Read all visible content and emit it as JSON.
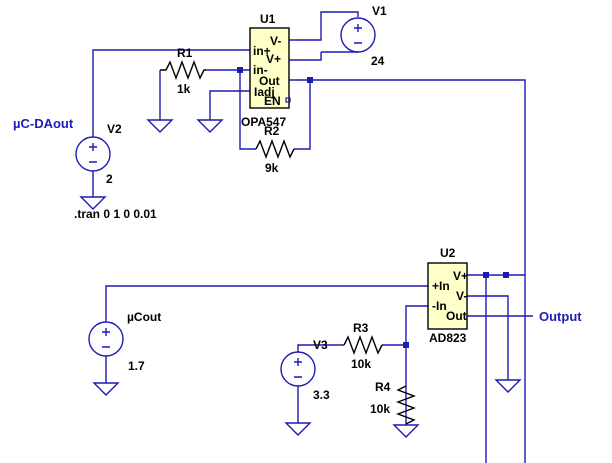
{
  "colors": {
    "wire": "#1c1cb4",
    "chip_fill": "#ffffc8",
    "background": "#ffffff"
  },
  "components": {
    "u1": {
      "ref": "U1",
      "part": "OPA547",
      "pins": [
        "in+",
        "V-",
        "V+",
        "in-",
        "Out",
        "Iadj",
        "EN"
      ]
    },
    "u2": {
      "ref": "U2",
      "part": "AD823",
      "pins": [
        "V+",
        "+In",
        "V-",
        "-In",
        "Out"
      ]
    },
    "r1": {
      "ref": "R1",
      "value": "1k"
    },
    "r2": {
      "ref": "R2",
      "value": "9k"
    },
    "r3": {
      "ref": "R3",
      "value": "10k"
    },
    "r4": {
      "ref": "R4",
      "value": "10k"
    },
    "v1": {
      "ref": "V1",
      "value": "24"
    },
    "v2": {
      "ref": "V2",
      "value": "2"
    },
    "v3": {
      "ref": "V3",
      "value": "3.3"
    },
    "ucout": {
      "ref": "µCout",
      "value": "1.7"
    }
  },
  "nets": {
    "dac_out": "µC-DAout",
    "output": "Output"
  },
  "directive": ".tran 0 1 0 0.01"
}
